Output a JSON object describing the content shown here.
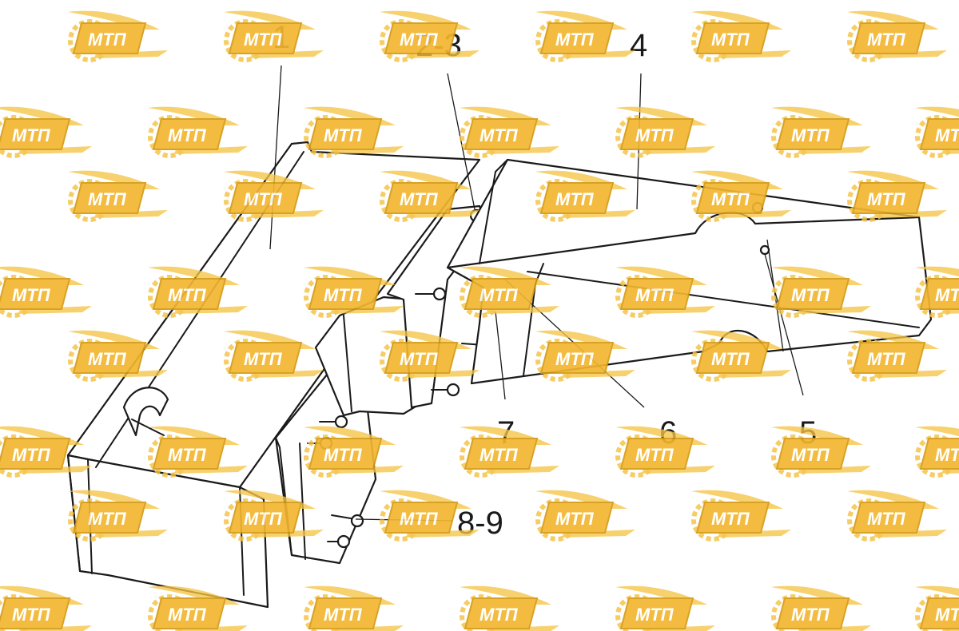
{
  "watermark": {
    "text": "МТП",
    "color_primary": "#f5c242",
    "color_secondary": "#f7b733"
  },
  "callouts": {
    "c1": "1",
    "c2_3": "2-3",
    "c4": "4",
    "c5": "5",
    "c6": "6",
    "c7": "7",
    "c8_9": "8-9"
  }
}
